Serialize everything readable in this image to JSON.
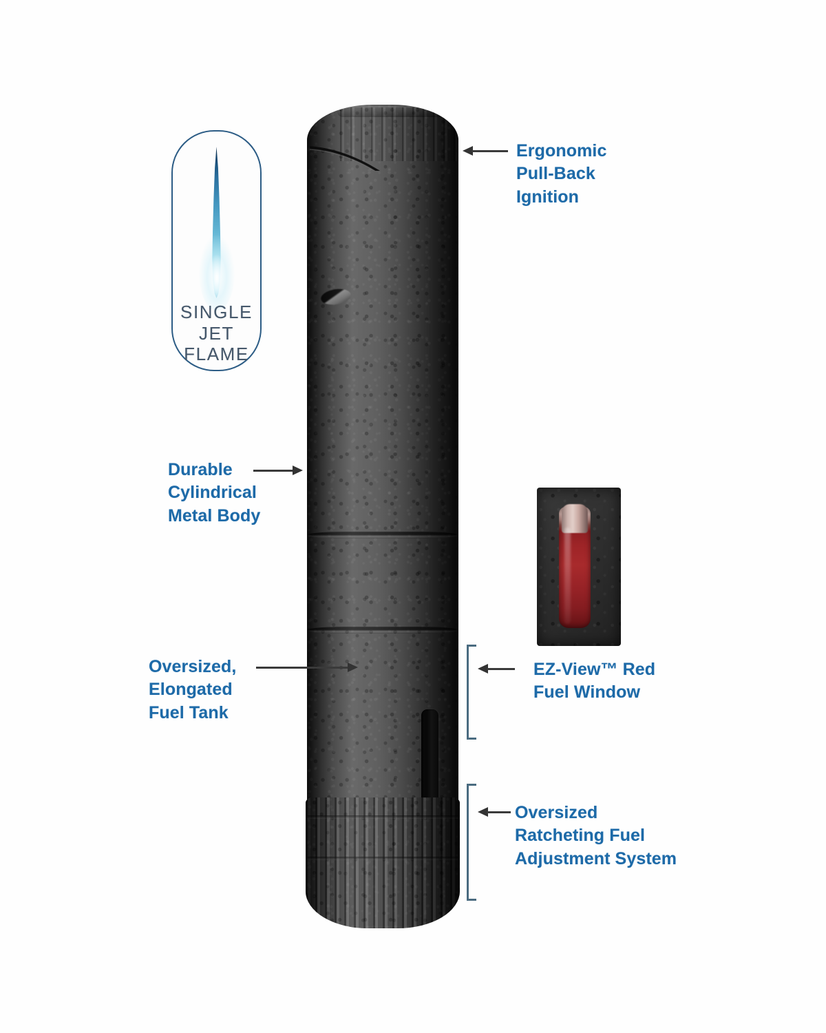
{
  "document": {
    "type": "product-feature-diagram",
    "subject": "Single jet flame torch lighter",
    "background_color": "#ffffff"
  },
  "badge": {
    "name": "single-jet-flame-badge",
    "text": "SINGLE\nJET\nFLAME",
    "icon": "flame-icon",
    "border_color": "#2c5c85",
    "text_color": "#46586b",
    "flame_colors": [
      "#0d2b45",
      "#2a6f9e",
      "#63b6d4",
      "#bfe9f3",
      "#ffffff"
    ]
  },
  "product": {
    "name": "torch-lighter",
    "body_color": "#3b3b3b",
    "parts": {
      "cap": "ignition-cap",
      "barrel": "cylindrical-metal-body",
      "fuel_window": "fuel-window-slot",
      "knurl": "ratcheting-fuel-adjustment-wheel",
      "logo": "embossed-brand-logo"
    }
  },
  "inset": {
    "name": "fuel-window-closeup",
    "window_color": "#a82a2c",
    "frame_color": "#2c2c2c"
  },
  "callouts": [
    {
      "id": "ergonomic-pull-back-ignition",
      "text": "Ergonomic\nPull-Back\nIgnition",
      "arrow": "to-left",
      "color": "#1d6aa8"
    },
    {
      "id": "durable-cylindrical-metal-body",
      "text": "Durable\nCylindrical\nMetal Body",
      "arrow": "to-right",
      "color": "#1d6aa8"
    },
    {
      "id": "oversized-elongated-fuel-tank",
      "text": "Oversized,\nElongated\nFuel Tank",
      "arrow": "to-right",
      "color": "#1d6aa8"
    },
    {
      "id": "ez-view-red-fuel-window",
      "text": "EZ-View™ Red\nFuel Window",
      "arrow": "to-left",
      "bracket": true,
      "color": "#1d6aa8"
    },
    {
      "id": "oversized-ratcheting-fuel-adjustment-system",
      "text": "Oversized\nRatcheting Fuel\nAdjustment System",
      "arrow": "to-left",
      "bracket": true,
      "color": "#1d6aa8"
    }
  ]
}
